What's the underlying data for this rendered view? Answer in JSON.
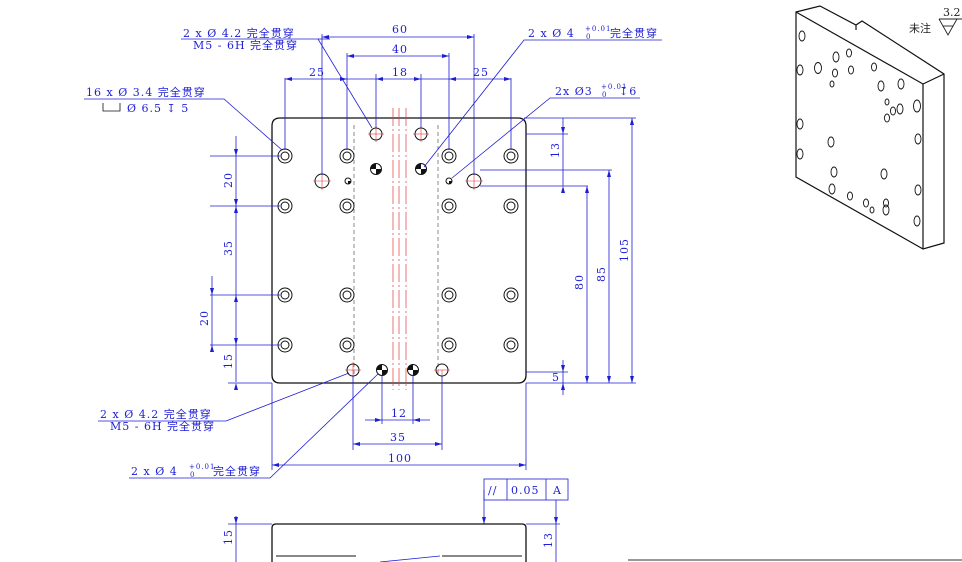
{
  "top_labels": {
    "note_m5_top_line1": "2 x  Ø  4.2  完全贯穿",
    "note_m5_top_line2": "M5  -  6H  完全贯穿",
    "note_pin4_top": "2  x   Ø   4",
    "note_pin4_top_tol_upper": "+0.01",
    "note_pin4_top_tol_lower": "0",
    "note_pin4_top_suffix": "完全贯穿",
    "note_16x_line1": "16  x   Ø  3.4  完全贯穿",
    "note_16x_line2": "Ø  6.5  ↧  5",
    "note_pin3": "2x   Ø3",
    "note_pin3_tol": "+0.01",
    "note_pin3_tol_lower": "0",
    "note_pin3_depth": "↧6"
  },
  "dimensions": {
    "d60": "60",
    "d40": "40",
    "d18": "18",
    "d25_left": "25",
    "d25_right": "25",
    "d13": "13",
    "d20_top": "20",
    "d35": "35",
    "d20_bottom": "20",
    "d15": "15",
    "d80": "80",
    "d85": "85",
    "d105": "105",
    "d5": "5",
    "d12": "12",
    "d35_bottom": "35",
    "d100": "100",
    "d15_side": "15",
    "d13_side": "13"
  },
  "bottom_labels": {
    "note_m5_bottom_line1": "2  x   Ø  4.2  完全贯穿",
    "note_m5_bottom_line2": "M5  -  6H  完全贯穿",
    "note_pin4_bottom": "2  x   Ø   4",
    "note_pin4_bottom_tol_upper": "+0.01",
    "note_pin4_bottom_tol_lower": "0",
    "note_pin4_bottom_suffix": "完全贯穿"
  },
  "tolerance_frame": {
    "symbol": "//",
    "value": "0.05",
    "datum": "A"
  },
  "surface_finish": {
    "prefix": "未注",
    "roughness": "3.2"
  },
  "colors": {
    "dimension": "#1d1dd6",
    "outline": "#111111",
    "centerline": "#e23a3a"
  }
}
